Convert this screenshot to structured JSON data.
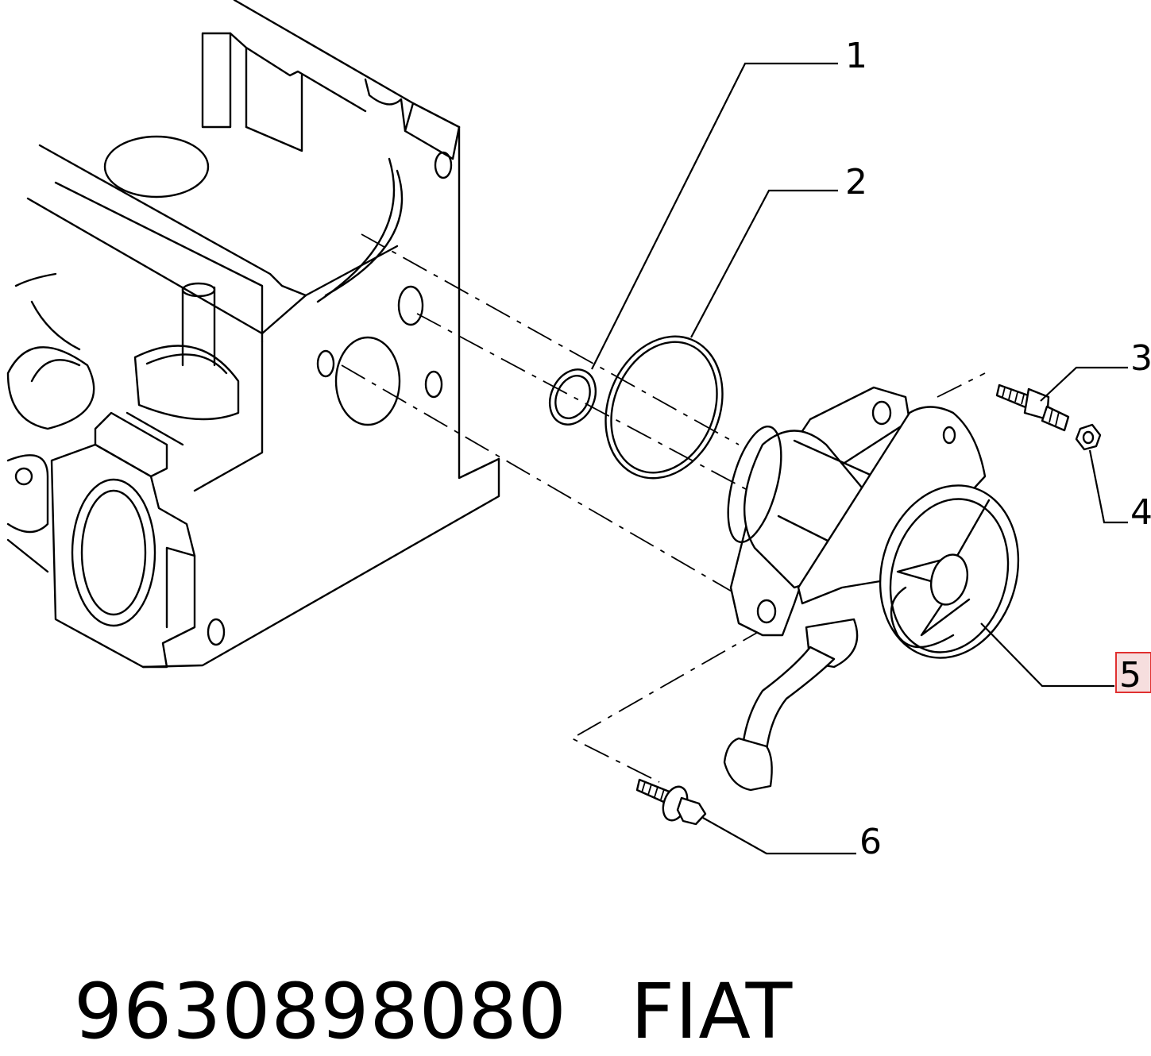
{
  "callouts": {
    "c1": "1",
    "c2": "2",
    "c3": "3",
    "c4": "4",
    "c5": "5",
    "c6": "6"
  },
  "highlight_color": "#e03030",
  "highlight_fill": "#f6dede",
  "caption": {
    "part_number": "9630898080",
    "brand": "FIAT"
  }
}
